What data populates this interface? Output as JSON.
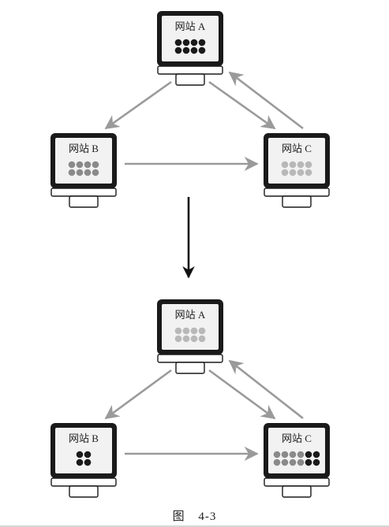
{
  "colors": {
    "frame": "#1a1a1a",
    "screen": "#f2f2f2",
    "stand": "#ffffff",
    "arrow": "#9a9a9a",
    "transition_arrow": "#111111",
    "dot_black": "#1a1a1a",
    "dot_gray": "#8a8a8a",
    "dot_light": "#b8b8b8"
  },
  "diagrams": [
    {
      "id": "top",
      "sites": [
        {
          "key": "A",
          "label": "网站 A",
          "dots": {
            "rows": 2,
            "cols": 4,
            "colors": [
              "black",
              "black",
              "black",
              "black",
              "black",
              "black",
              "black",
              "black"
            ]
          }
        },
        {
          "key": "B",
          "label": "网站 B",
          "dots": {
            "rows": 2,
            "cols": 4,
            "colors": [
              "gray",
              "gray",
              "gray",
              "gray",
              "gray",
              "gray",
              "gray",
              "gray"
            ]
          }
        },
        {
          "key": "C",
          "label": "网站 C",
          "dots": {
            "rows": 2,
            "cols": 4,
            "colors": [
              "light",
              "light",
              "light",
              "light",
              "light",
              "light",
              "light",
              "light"
            ]
          }
        }
      ],
      "links": [
        {
          "from": "A",
          "to": "B"
        },
        {
          "from": "A",
          "to": "C"
        },
        {
          "from": "C",
          "to": "A"
        },
        {
          "from": "B",
          "to": "C"
        }
      ]
    },
    {
      "id": "bottom",
      "sites": [
        {
          "key": "A",
          "label": "网站 A",
          "dots": {
            "rows": 2,
            "cols": 4,
            "colors": [
              "light",
              "light",
              "light",
              "light",
              "light",
              "light",
              "light",
              "light"
            ]
          }
        },
        {
          "key": "B",
          "label": "网站 B",
          "dots": {
            "rows": 2,
            "cols": 2,
            "colors": [
              "black",
              "black",
              "black",
              "black"
            ]
          }
        },
        {
          "key": "C",
          "label": "网站 C",
          "dots": {
            "rows": 2,
            "cols": 6,
            "colors": [
              "gray",
              "gray",
              "gray",
              "gray",
              "black",
              "black",
              "gray",
              "gray",
              "gray",
              "gray",
              "black",
              "black"
            ]
          }
        }
      ],
      "links": [
        {
          "from": "A",
          "to": "B"
        },
        {
          "from": "A",
          "to": "C"
        },
        {
          "from": "C",
          "to": "A"
        },
        {
          "from": "B",
          "to": "C"
        }
      ]
    }
  ],
  "caption": {
    "prefix": "图",
    "number": "4-3"
  }
}
